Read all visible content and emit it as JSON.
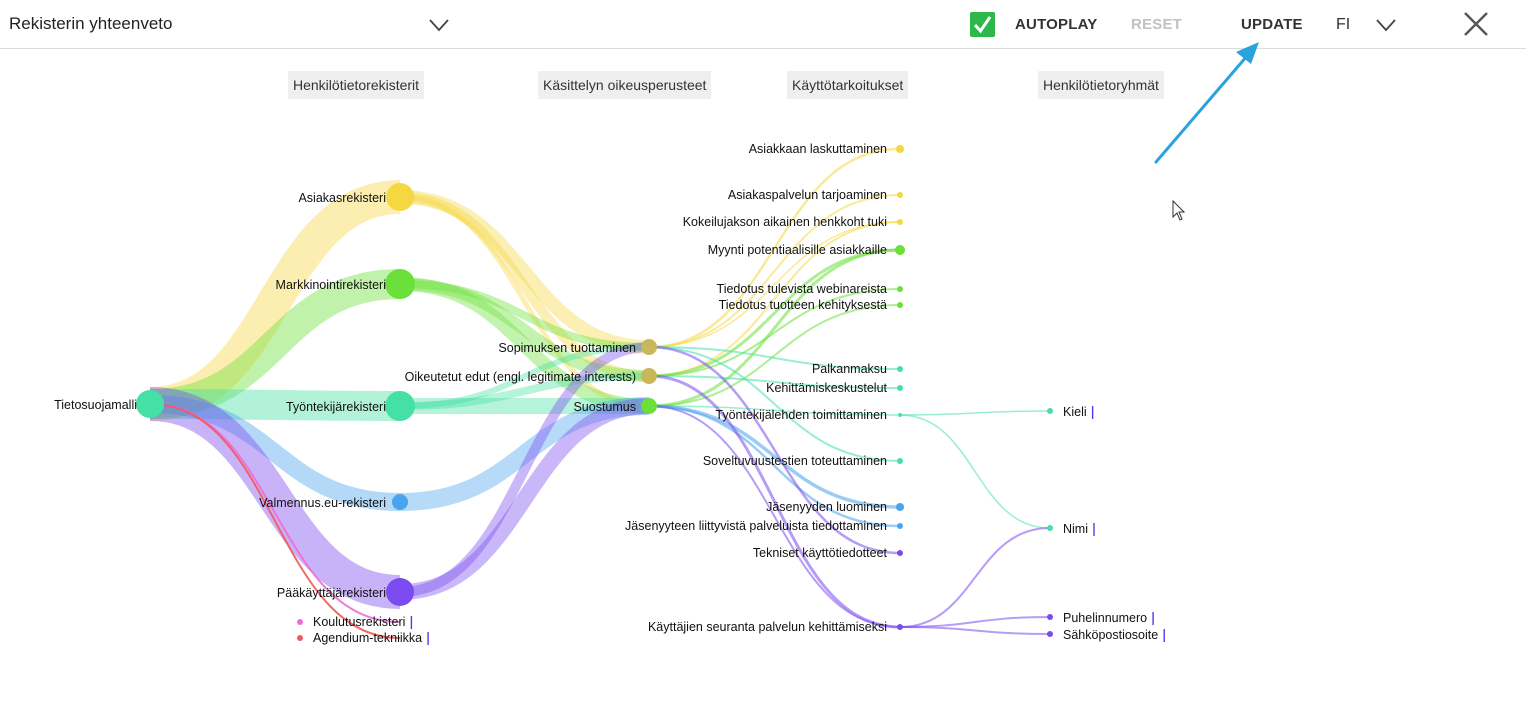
{
  "header": {
    "view_select": "Rekisterin yhteenveto",
    "autoplay_label": "AUTOPLAY",
    "reset_label": "RESET",
    "update_label": "UPDATE",
    "language": "FI"
  },
  "columns": [
    "Henkilötietorekisterit",
    "Käsittelyn oikeusperusteet",
    "Käyttötarkoitukset",
    "Henkilötietoryhmät"
  ],
  "colors": {
    "yellow": "#f5d742",
    "green": "#6be03a",
    "teal": "#45e0a5",
    "blue": "#4aa3ee",
    "purple": "#7b4af0",
    "pink": "#f06ad8",
    "red": "#f05a5a",
    "annotation_arrow": "#2aa3dc"
  },
  "diagram": {
    "source": "Tietosuojamalli",
    "registers": [
      {
        "name": "Asiakasrekisteri",
        "color": "yellow"
      },
      {
        "name": "Markkinointirekisteri",
        "color": "green"
      },
      {
        "name": "Työntekijärekisteri",
        "color": "teal"
      },
      {
        "name": "Valmennus.eu-rekisteri",
        "color": "blue"
      },
      {
        "name": "Pääkäyttäjärekisteri",
        "color": "purple"
      },
      {
        "name": "Koulutusrekisteri",
        "color": "pink"
      },
      {
        "name": "Agendium-tekniikka",
        "color": "red"
      }
    ],
    "legal_bases": [
      {
        "name": "Sopimuksen tuottaminen"
      },
      {
        "name": "Oikeutetut edut (engl. legitimate interests)"
      },
      {
        "name": "Suostumus"
      }
    ],
    "purposes": [
      {
        "name": "Asiakkaan laskuttaminen",
        "color": "yellow"
      },
      {
        "name": "Asiakaspalvelun tarjoaminen",
        "color": "yellow"
      },
      {
        "name": "Kokeilujakson aikainen henkkoht tuki",
        "color": "yellow"
      },
      {
        "name": "Myynti potentiaalisille asiakkaille",
        "color": "green"
      },
      {
        "name": "Tiedotus tulevista webinareista",
        "color": "green"
      },
      {
        "name": "Tiedotus tuotteen kehityksestä",
        "color": "green"
      },
      {
        "name": "Palkanmaksu",
        "color": "teal"
      },
      {
        "name": "Kehittämiskeskustelut",
        "color": "teal"
      },
      {
        "name": "Työntekijälehden toimittaminen",
        "color": "teal"
      },
      {
        "name": "Soveltuvuustestien toteuttaminen",
        "color": "teal"
      },
      {
        "name": "Jäsenyyden luominen",
        "color": "blue"
      },
      {
        "name": "Jäsenyyteen liittyvistä palveluista tiedottaminen",
        "color": "blue"
      },
      {
        "name": "Tekniset käyttötiedotteet",
        "color": "purple"
      },
      {
        "name": "Käyttäjien seuranta palvelun kehittämiseksi",
        "color": "purple"
      }
    ],
    "data_groups": [
      {
        "name": "Kieli",
        "color": "teal"
      },
      {
        "name": "Nimi",
        "color": "teal"
      },
      {
        "name": "Puhelinnumero",
        "color": "purple"
      },
      {
        "name": "Sähköpostiosoite",
        "color": "purple"
      }
    ]
  }
}
